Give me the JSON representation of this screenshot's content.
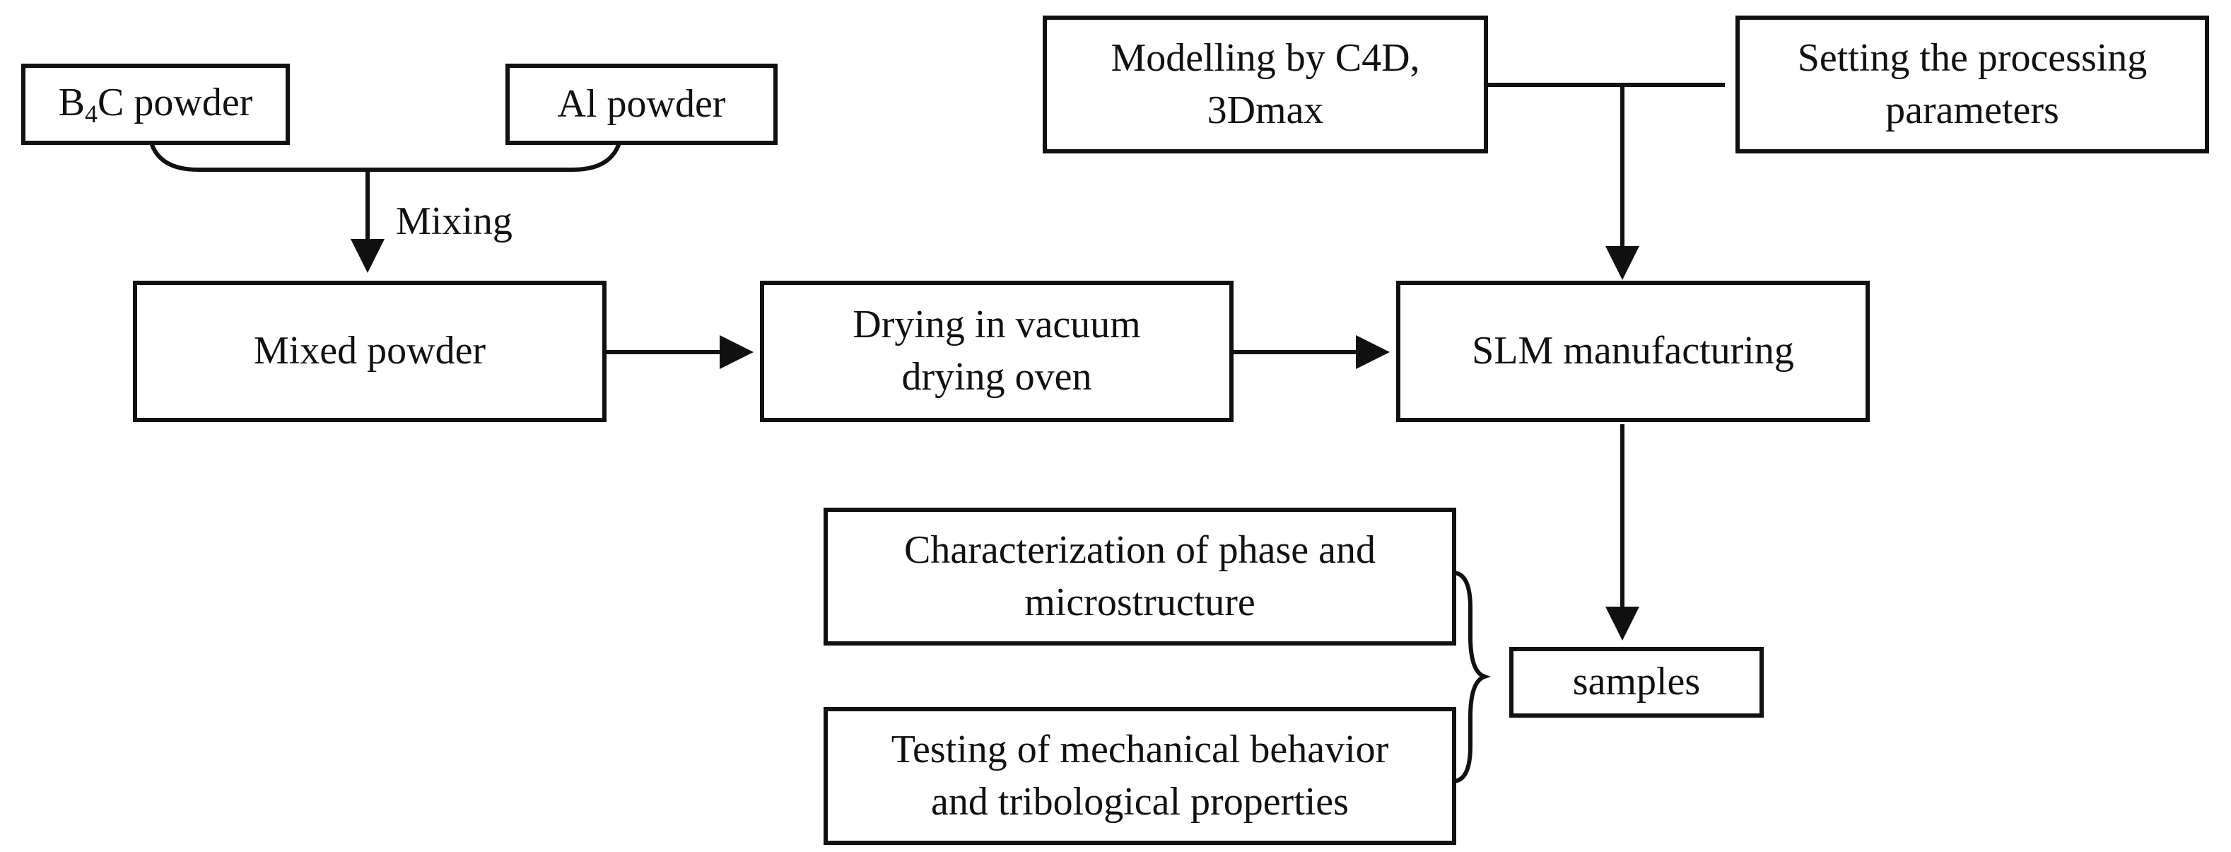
{
  "nodes": {
    "b4c_powder": {
      "prefix": "B",
      "sub": "4",
      "suffix": "C powder"
    },
    "al_powder": "Al powder",
    "mixing": "Mixing",
    "mixed_powder": "Mixed powder",
    "drying": "Drying in vacuum\ndrying oven",
    "modelling": "Modelling by C4D,\n3Dmax",
    "setting_params": "Setting the processing\nparameters",
    "slm": "SLM manufacturing",
    "characterization": "Characterization of phase and\nmicrostructure",
    "testing": "Testing of mechanical behavior\nand tribological properties",
    "samples": "samples"
  },
  "colors": {
    "stroke": "#111111",
    "background": "#ffffff"
  }
}
